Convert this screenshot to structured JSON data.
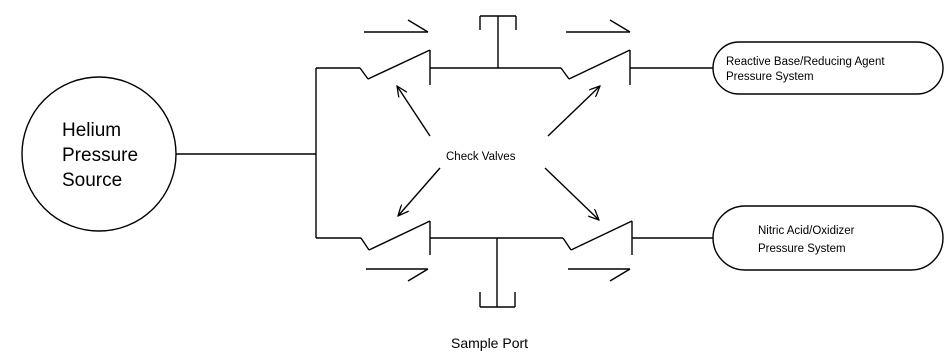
{
  "source": {
    "line1": "Helium",
    "line2": "Pressure",
    "line3": "Source"
  },
  "top_system": {
    "line1": "Reactive Base/Reducing Agent",
    "line2": "Pressure System"
  },
  "bottom_system": {
    "line1": "Nitric Acid/Oxidizer",
    "line2": "Pressure System"
  },
  "check_valves_label": "Check Valves",
  "sample_port_label": "Sample Port"
}
